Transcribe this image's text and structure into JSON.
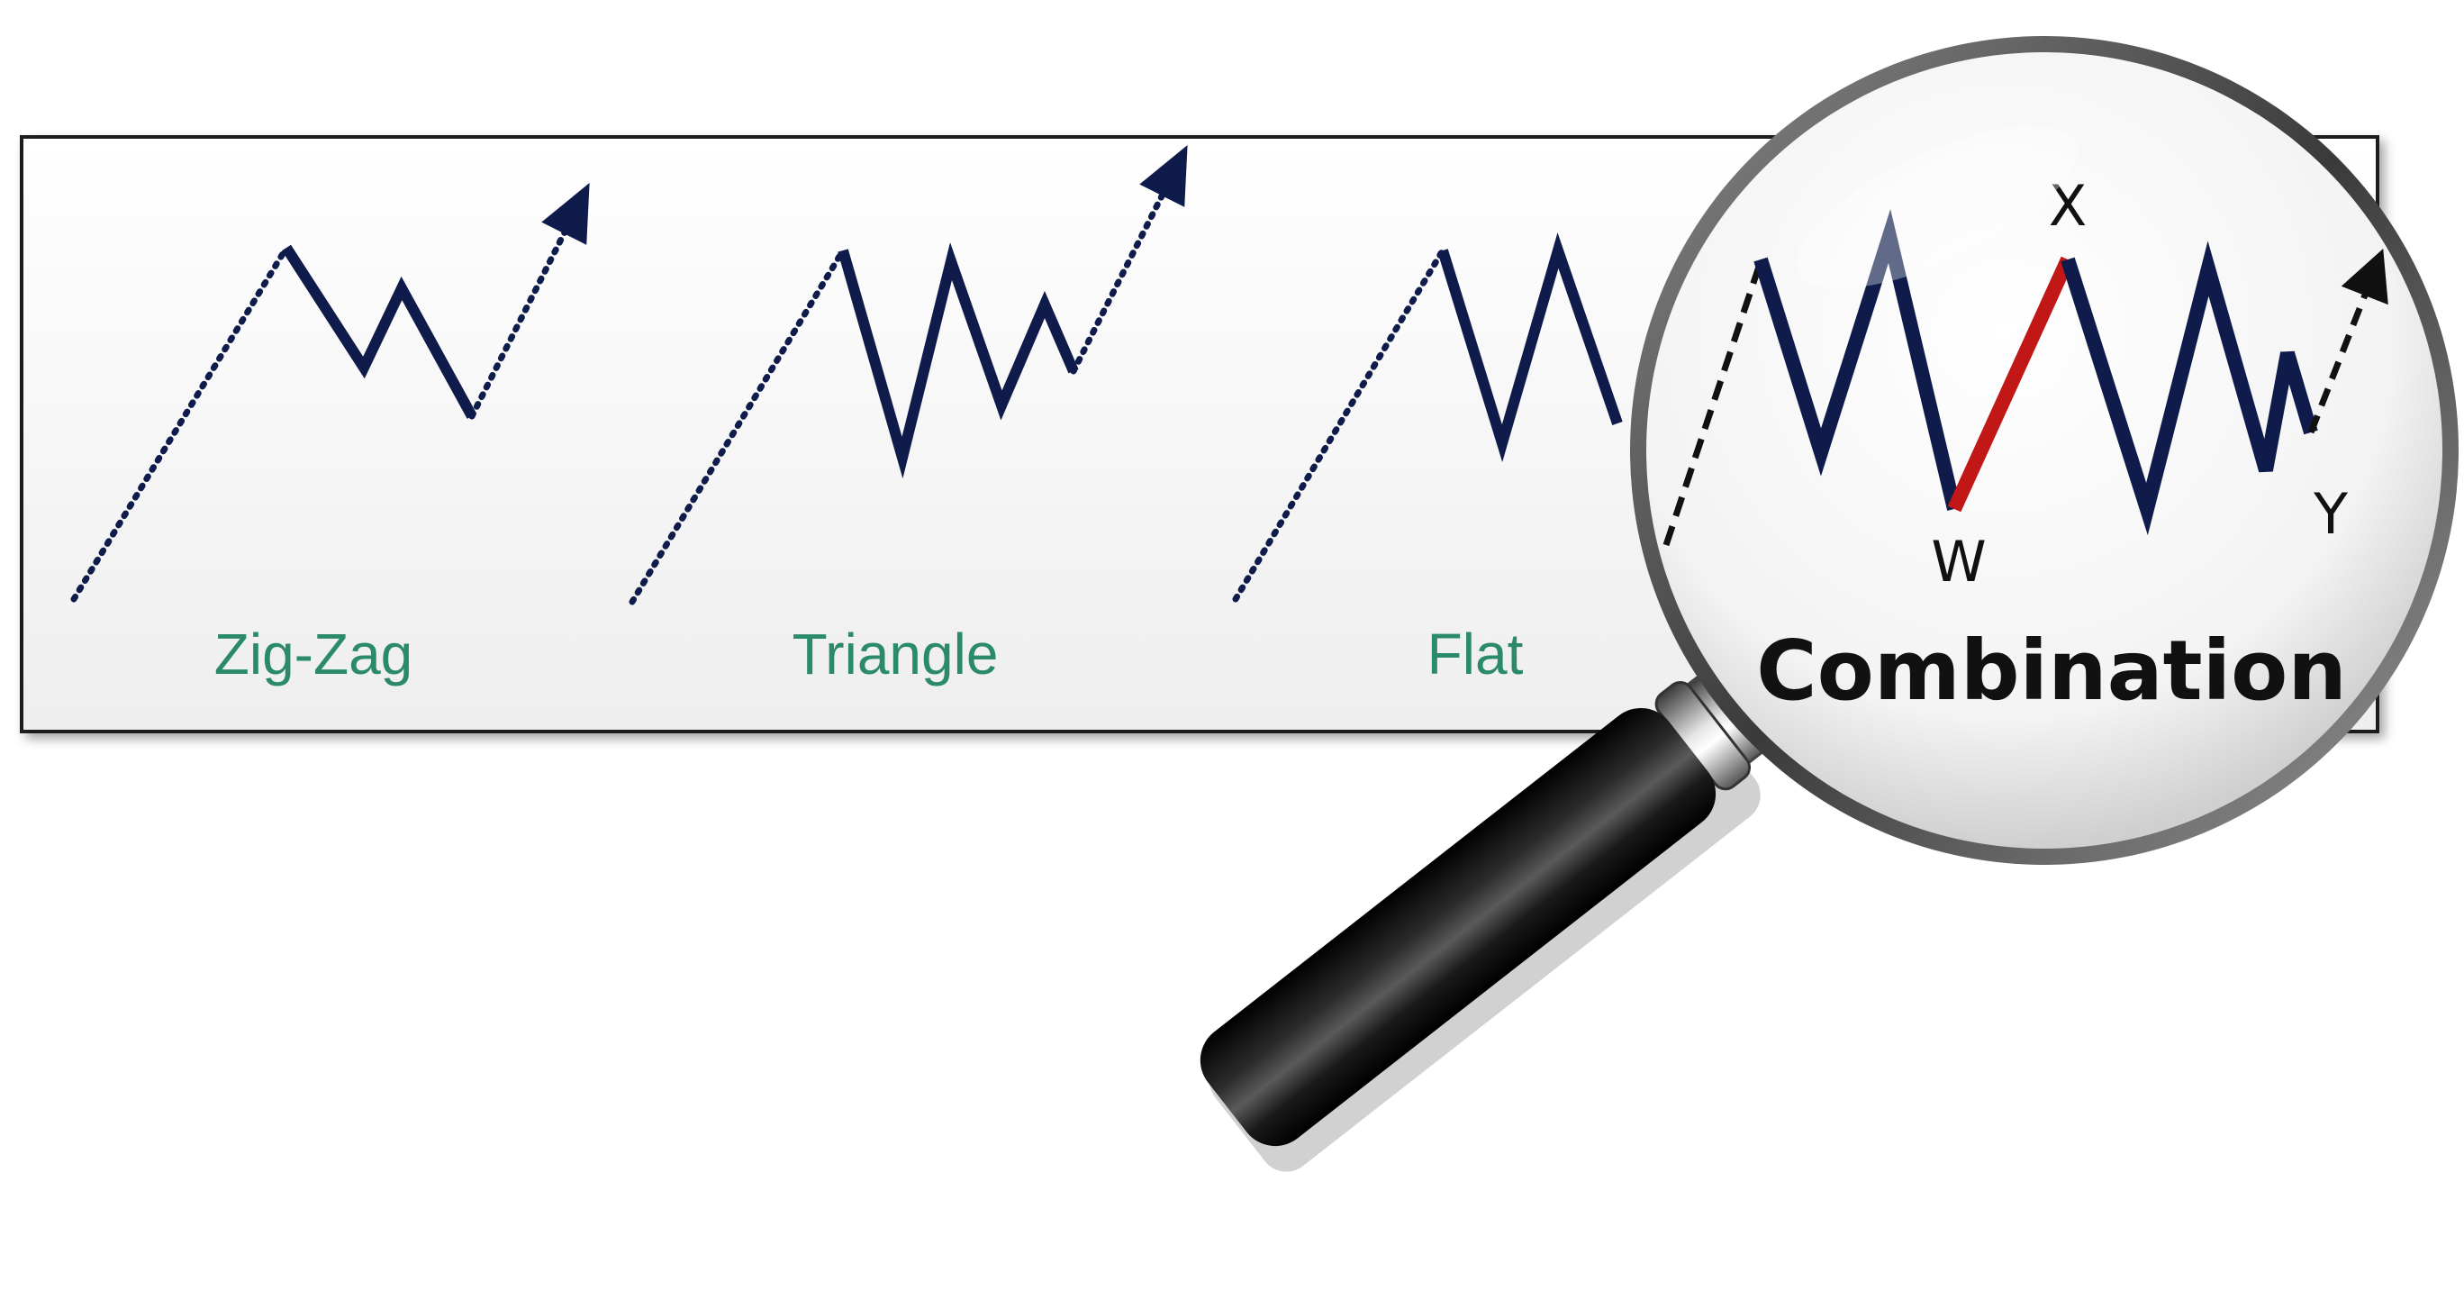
{
  "patterns": [
    {
      "label": "Zig-Zag"
    },
    {
      "label": "Triangle"
    },
    {
      "label": "Flat"
    }
  ],
  "magnifier": {
    "title": "Combination",
    "points": {
      "w": "W",
      "x": "X",
      "y": "Y"
    }
  },
  "colors": {
    "wave": "#0f1b4a",
    "label": "#2b8a6a",
    "connector": "#c21717",
    "panel_border": "#1a1a1a"
  }
}
